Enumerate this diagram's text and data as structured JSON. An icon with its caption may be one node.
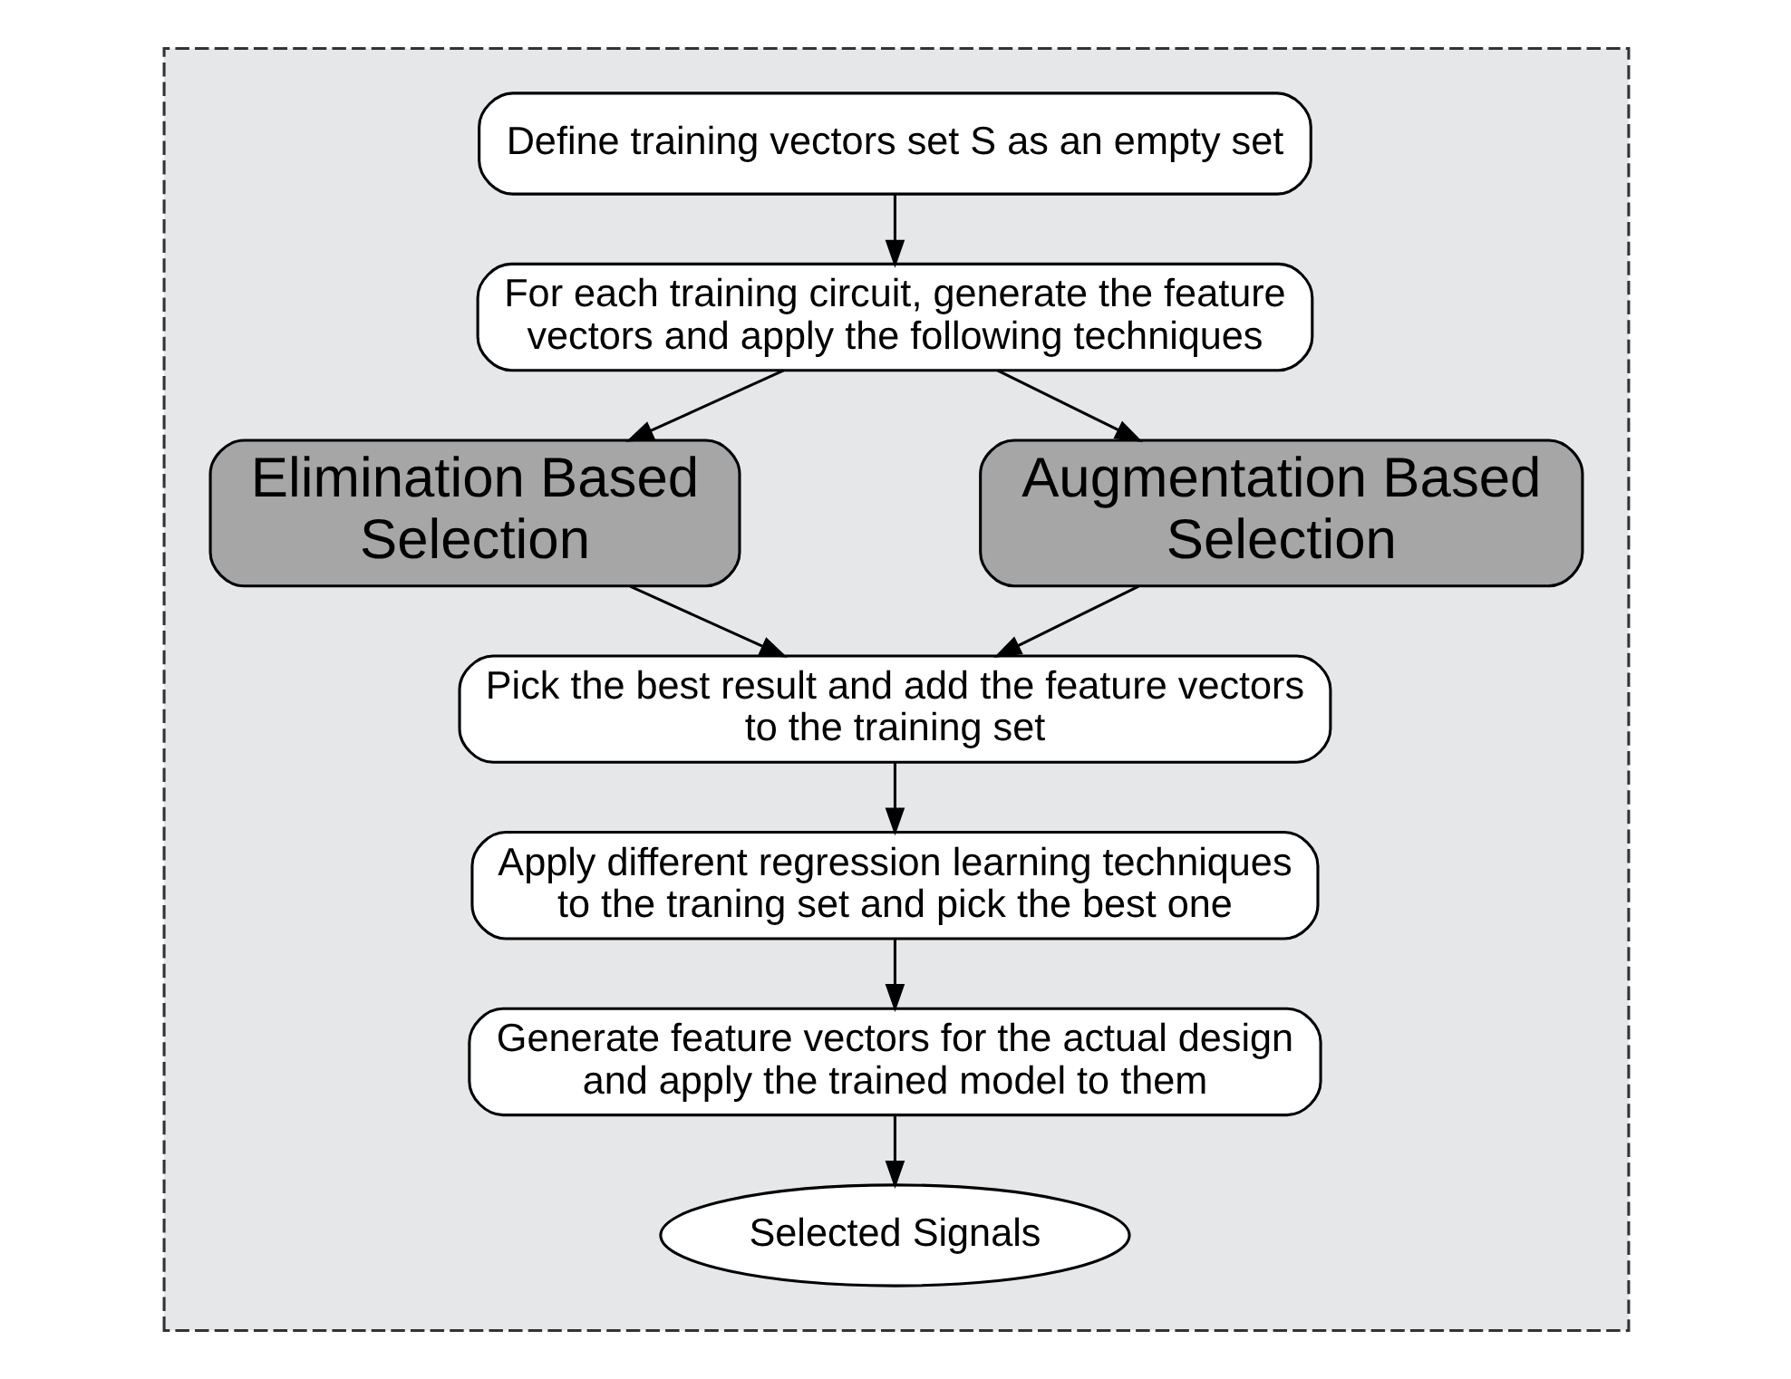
{
  "diagram": {
    "nodes": [
      {
        "text": [],
        "shape": "box"
      },
      {
        "text": [
          "Define training vectors set S as an empty set"
        ],
        "in": 0
      },
      {
        "text": [
          "For each training circuit, generate the feature vectors and apply the following techniques"
        ],
        "in": 0
      },
      {
        "text": [
          "Elimination Based Selection"
        ],
        "in": 0
      },
      {
        "text": [
          "Augmentation Based Selection"
        ],
        "in": 0
      },
      {
        "text": [
          "Pick the best result and add the feature vectors to the training set"
        ],
        "in": 0
      },
      {
        "text": [
          "Apply different regression learning techniques to the traning set and pick the best one"
        ],
        "in": 0
      },
      {
        "text": [
          "Generate feature vectors for the actual design and apply the trained model to them"
        ],
        "in": 0
      },
      {
        "text": [
          "Selected Signals"
        ],
        "in": 0
      }
    ],
    "edges": [
      {
        "from": 1,
        "to": 2,
        "arrow": "to"
      },
      {
        "from": 2,
        "to": 3,
        "arrow": "to"
      },
      {
        "from": 2,
        "to": 4,
        "arrow": "to"
      },
      {
        "from": 3,
        "to": 5,
        "arrow": "to"
      },
      {
        "from": 4,
        "to": 5,
        "arrow": "to"
      },
      {
        "from": 5,
        "to": 6,
        "arrow": "to"
      },
      {
        "from": 6,
        "to": 7,
        "arrow": "to"
      },
      {
        "from": 7,
        "to": 8,
        "arrow": "to"
      }
    ]
  }
}
